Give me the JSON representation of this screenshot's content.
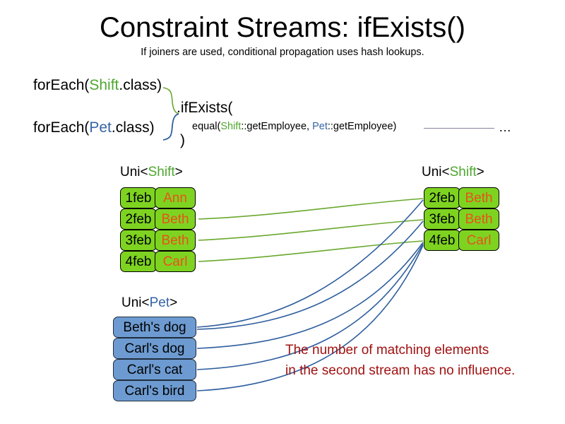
{
  "slide": {
    "title": "Constraint Streams: ifExists()",
    "subtitle": "If joiners are used, conditional propagation uses hash lookups."
  },
  "code": {
    "foreach_shift_prefix": "forEach(",
    "foreach_shift_type": "Shift",
    "foreach_shift_suffix": ".class)",
    "foreach_pet_prefix": "forEach(",
    "foreach_pet_type": "Pet",
    "foreach_pet_suffix": ".class)",
    "ifexists": ".ifExists(",
    "equal_prefix": "equal(",
    "equal_shift_type": "Shift",
    "equal_shift_method": "::getEmployee, ",
    "equal_pet_type": "Pet",
    "equal_pet_method": "::getEmployee)",
    "close_paren": ")",
    "ellipsis": "…"
  },
  "streams": {
    "left_shift": {
      "label_prefix": "Uni<",
      "label_type": "Shift",
      "label_suffix": ">",
      "rows": [
        {
          "date": "1feb",
          "name": "Ann"
        },
        {
          "date": "2feb",
          "name": "Beth"
        },
        {
          "date": "3feb",
          "name": "Beth"
        },
        {
          "date": "4feb",
          "name": "Carl"
        }
      ]
    },
    "right_shift": {
      "label_prefix": "Uni<",
      "label_type": "Shift",
      "label_suffix": ">",
      "rows": [
        {
          "date": "2feb",
          "name": "Beth"
        },
        {
          "date": "3feb",
          "name": "Beth"
        },
        {
          "date": "4feb",
          "name": "Carl"
        }
      ]
    },
    "left_pet": {
      "label_prefix": "Uni<",
      "label_type": "Pet",
      "label_suffix": ">",
      "rows": [
        {
          "name": "Beth's dog"
        },
        {
          "name": "Carl's dog"
        },
        {
          "name": "Carl's cat"
        },
        {
          "name": "Carl's bird"
        }
      ]
    }
  },
  "annotation": {
    "line1": "The number of matching elements",
    "line2": "in the second stream has no influence."
  },
  "colors": {
    "shift_green": "#4ea72e",
    "pet_blue": "#3465a4",
    "box_green": "#7ed321",
    "box_blue": "#6d9bd1",
    "name_orange": "#e8531b",
    "annotation_red": "#a11212",
    "link_green": "#6aa82e",
    "link_blue": "#2f5f9e"
  }
}
